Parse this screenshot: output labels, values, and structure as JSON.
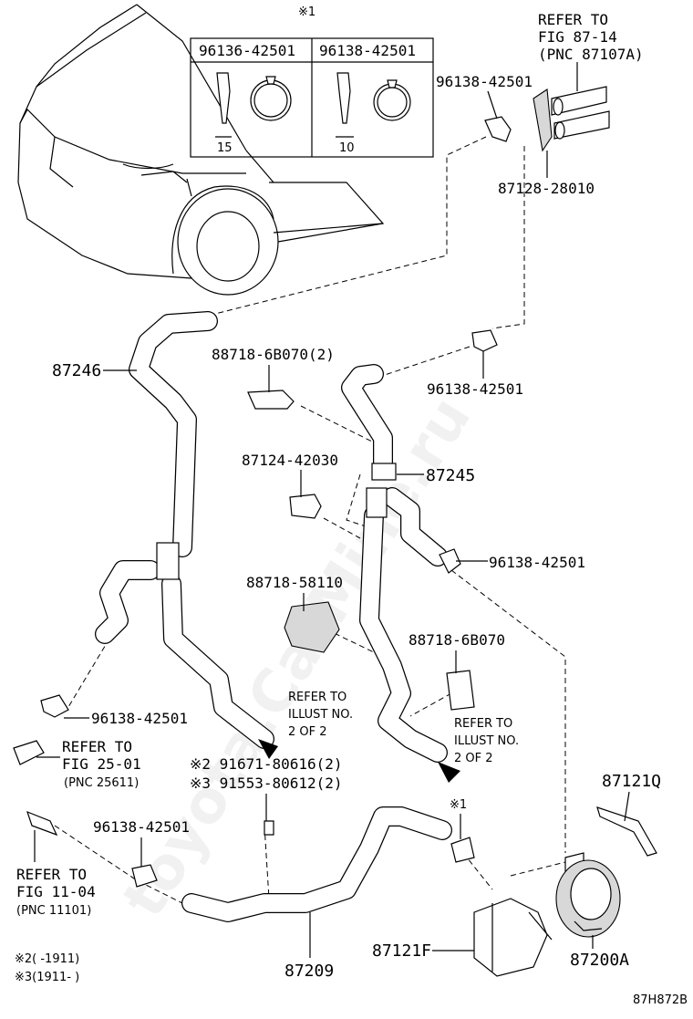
{
  "figure_code": "87H872B",
  "watermark": "toyota.CarMine.ru",
  "clip_table": {
    "note_mark": "※1",
    "col1_part": "96136-42501",
    "col2_part": "96138-42501",
    "col1_dim": "15",
    "col2_dim": "10"
  },
  "labels": {
    "refer_87_14_l1": "REFER TO",
    "refer_87_14_l2": "FIG 87-14",
    "refer_87_14_l3": "(PNC 87107A)",
    "clip_top": "96138-42501",
    "grommet": "87128-28010",
    "hose_87246": "87246",
    "clamp_6b070_2": "88718-6B070(2)",
    "clip_mid": "96138-42501",
    "bracket_87124": "87124-42030",
    "hose_87245": "87245",
    "clip_right": "96138-42501",
    "clamp_58110": "88718-58110",
    "clamp_6b070": "88718-6B070",
    "refer_2of2_a_l1": "REFER TO",
    "refer_2of2_a_l2": "ILLUST NO.",
    "refer_2of2_a_l3": "2 OF 2",
    "refer_2of2_b_l1": "REFER TO",
    "refer_2of2_b_l2": "ILLUST NO.",
    "refer_2of2_b_l3": "2 OF 2",
    "clip_left": "96138-42501",
    "refer_25_01_l1": "REFER TO",
    "refer_25_01_l2": "FIG 25-01",
    "refer_25_01_l3": "(PNC 25611)",
    "bolt_a": "※2 91671-80616(2)",
    "bolt_b": "※3 91553-80612(2)",
    "note1_mark": "※1",
    "part_87121q": "87121Q",
    "clip_bottom": "96138-42501",
    "refer_11_04_l1": "REFER TO",
    "refer_11_04_l2": "FIG 11-04",
    "refer_11_04_l3": "(PNC 11101)",
    "part_87121f": "87121F",
    "part_87200a": "87200A",
    "hose_87209": "87209",
    "footnote1": "※2(        -1911)",
    "footnote2": "※3(1911-        )"
  }
}
